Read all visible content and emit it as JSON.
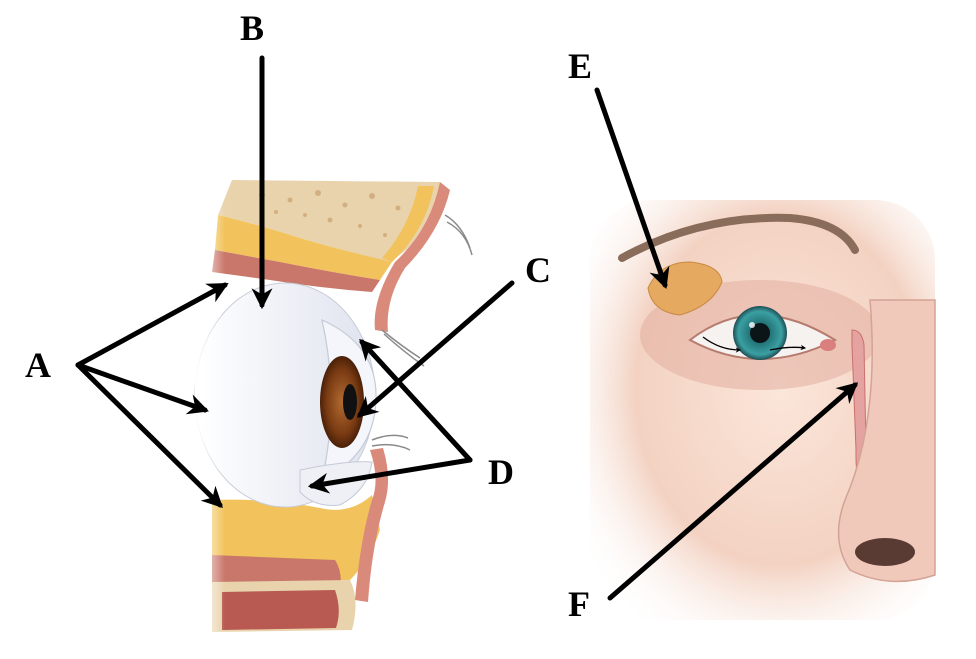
{
  "labels": {
    "A": "A",
    "B": "B",
    "C": "C",
    "D": "D",
    "E": "E",
    "F": "F"
  },
  "colors": {
    "bone": "#e9d3ad",
    "fat": "#f2c35c",
    "muscle": "#c9776a",
    "sclera": "#eef0f6",
    "iris_brown": "#7a3b13",
    "iris_teal": "#2f8c8f",
    "skin": "#f3d2c2",
    "gland": "#e6a960",
    "duct": "#d98a87",
    "arrow": "#000000"
  }
}
